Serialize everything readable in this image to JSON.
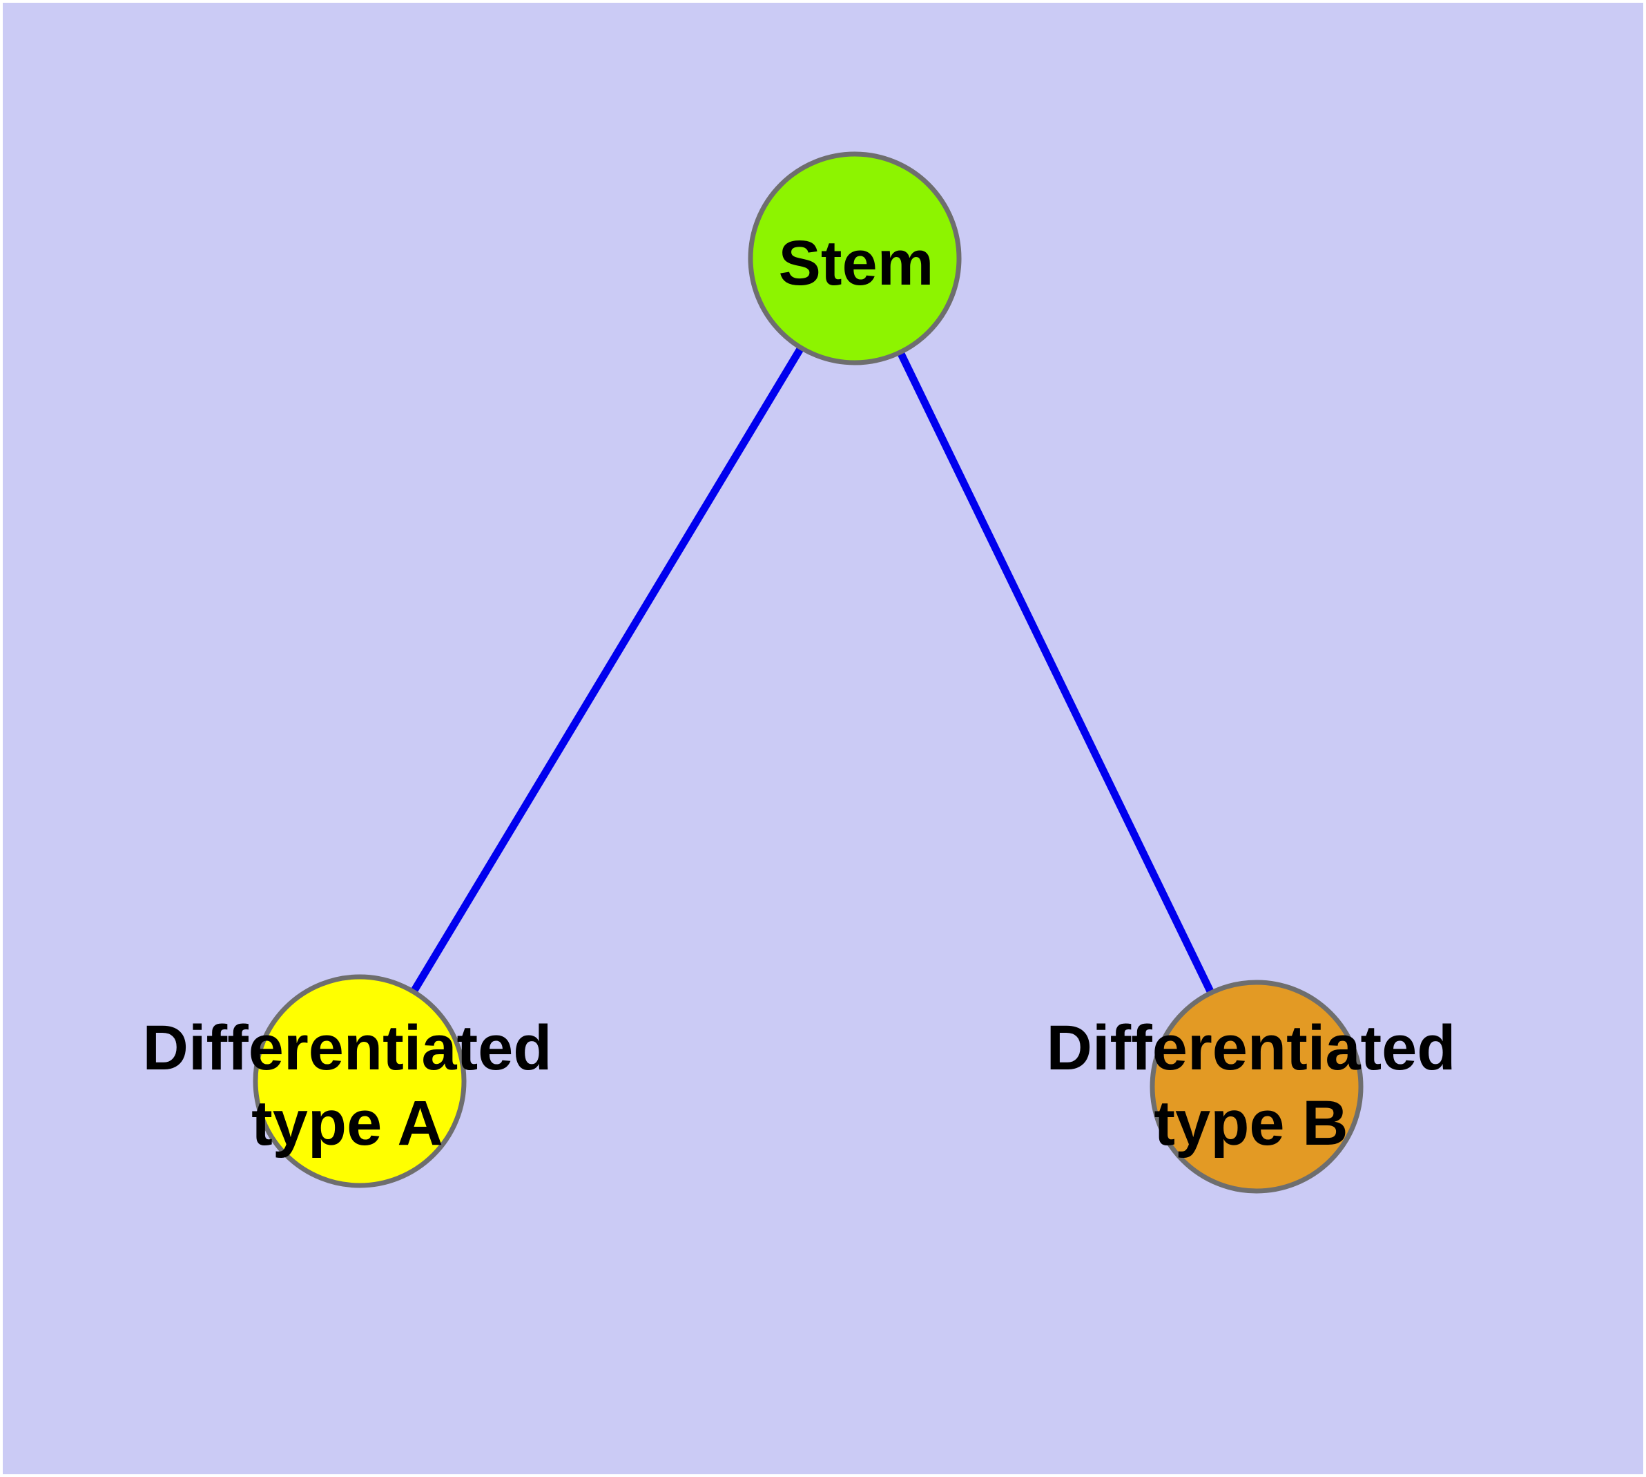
{
  "diagram": {
    "type": "graph",
    "background_color": "#CBCBF5",
    "frame_color": "#FFFFFF",
    "edge_color": "#0000EE",
    "node_border_color": "#6E6E6E",
    "text_color": "#000000",
    "nodes": [
      {
        "id": "stem",
        "label": "Stem",
        "lines": [
          "Stem"
        ],
        "fill": "#8DF400"
      },
      {
        "id": "differentiated-type-a",
        "label": "Differentiated type A",
        "lines": [
          "Differentiated",
          "type A"
        ],
        "fill": "#FFFF00"
      },
      {
        "id": "differentiated-type-b",
        "label": "Differentiated type B",
        "lines": [
          "Differentiated",
          "type B"
        ],
        "fill": "#E39A24"
      }
    ],
    "edges": [
      {
        "from": "stem",
        "to": "differentiated-type-a"
      },
      {
        "from": "stem",
        "to": "differentiated-type-b"
      }
    ]
  }
}
